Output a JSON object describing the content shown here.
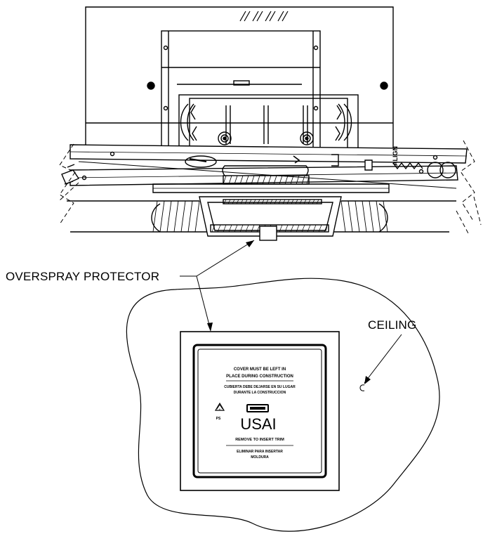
{
  "callouts": {
    "overspray_protector": "OVERSPRAY PROTECTOR",
    "ceiling": "CEILING"
  },
  "cover_plate": {
    "line1": "COVER MUST BE LEFT IN",
    "line2": "PLACE DURING CONSTRUCTION",
    "line3": "CUBIERTA DEBE DEJARSE EN SU LUGAR",
    "line4": "DURANTE LA CONSTRUCCION",
    "brand": "USAI",
    "recycle_code": "PS",
    "line5": "REMOVE TO INSERT TRIM",
    "line6": "ELIMINAR PARA INSERTAR",
    "line7": "MOLDURA"
  },
  "fixture_markings": {
    "side_label": "ALIGN"
  },
  "colors": {
    "line": "#000000",
    "background": "#ffffff"
  }
}
